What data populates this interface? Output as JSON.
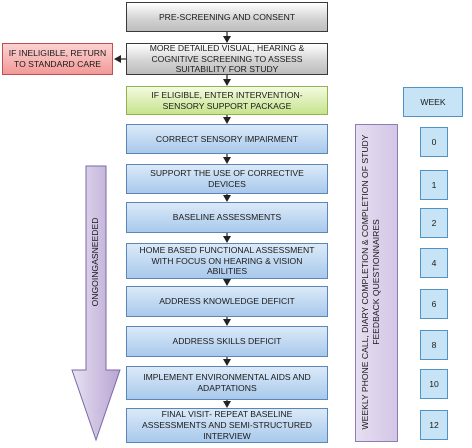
{
  "flow": {
    "pre_screening": "PRE-SCREENING AND CONSENT",
    "detailed_screening": "MORE DETAILED VISUAL, HEARING & COGNITIVE SCREENING TO ASSESS SUITABILITY FOR STUDY",
    "ineligible": "IF INELIGIBLE, RETURN TO STANDARD CARE",
    "eligible": "IF ELIGIBLE, ENTER INTERVENTION-SENSORY SUPPORT PACKAGE",
    "steps": [
      "CORRECT SENSORY IMPAIRMENT",
      "SUPPORT THE USE OF CORRECTIVE DEVICES",
      "BASELINE ASSESSMENTS",
      "HOME BASED FUNCTIONAL ASSESSMENT WITH FOCUS ON HEARING & VISION ABILITIES",
      "ADDRESS KNOWLEDGE DEFICIT",
      "ADDRESS SKILLS DEFICIT",
      "IMPLEMENT ENVIRONMENTAL AIDS AND ADAPTATIONS",
      "FINAL VISIT- REPEAT BASELINE ASSESSMENTS AND SEMI-STRUCTURED INTERVIEW"
    ]
  },
  "ongoing_label": "ONGOINGASNEEDED",
  "weekly_label": {
    "line1": "WEEKLY PHONE CALL, DIARY COMPLETION & COMPLETION OF STUDY",
    "line2": "FEEDBACK QUESTIONNAIRES"
  },
  "weeks": {
    "header": "WEEK",
    "values": [
      "0",
      "1",
      "2",
      "4",
      "6",
      "8",
      "10",
      "12"
    ]
  },
  "colors": {
    "grey": "#c8c8c8",
    "red": "#f29a98",
    "green": "#c7e48d",
    "blue": "#a9c9ec",
    "week": "#c6e4f5",
    "purple": "#ccc0de"
  }
}
